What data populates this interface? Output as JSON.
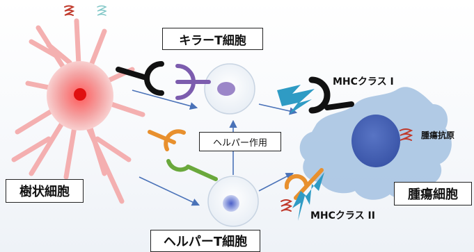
{
  "labels": {
    "dendritic_cell": "樹状細胞",
    "killer_t": "キラーT細胞",
    "helper_t": "ヘルパーT細胞",
    "helper_action": "ヘルパー作用",
    "tumor_cell": "腫瘍細胞",
    "tumor_antigen": "腫瘍抗原",
    "mhc1": "MHCクラス I",
    "mhc2": "MHCクラス II"
  },
  "colors": {
    "dendritic": "#f08a8a",
    "dendritic_nucleus": "#e01010",
    "tumor_body": "#a8c4e2",
    "tumor_nucleus": "#3f5fb0",
    "mhc1_lightning": "#2f9bc4",
    "mhc2_lightning": "#2f9bc4",
    "killer_receptor": "#7c5cae",
    "helper_receptor_top": "#e8902e",
    "helper_receptor_bottom": "#6aa83c",
    "arrow": "#4a72b8"
  }
}
